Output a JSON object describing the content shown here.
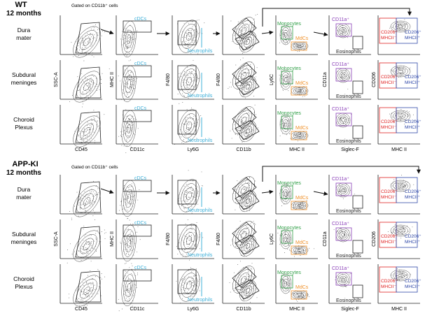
{
  "sections": [
    {
      "title_line1": "WT",
      "title_line2": "12 months",
      "gating_note": "Gated on CD11b⁺ cells",
      "rows": [
        {
          "line1": "Dura",
          "line2": "mater"
        },
        {
          "line1": "Subdural",
          "line2": "meninges"
        },
        {
          "line1": "Choroid",
          "line2": "Plexus"
        }
      ]
    },
    {
      "title_line1": "APP-KI",
      "title_line2": "12 months",
      "gating_note": "Gated on CD11b⁺ cells",
      "rows": [
        {
          "line1": "Dura",
          "line2": "mater"
        },
        {
          "line1": "Subdural",
          "line2": "meninges"
        },
        {
          "line1": "Choroid",
          "line2": "Plexus"
        }
      ]
    }
  ],
  "axes": {
    "x": [
      "CD45",
      "CD11c",
      "Ly6G",
      "CD11b",
      "MHC II",
      "Siglec-F",
      "MHC II"
    ],
    "y": [
      "SSC-A",
      "MHC II",
      "F4/80",
      "F4/80",
      "Ly6C",
      "CD11a",
      "CD206"
    ]
  },
  "gate_labels": {
    "cdcs": "cDCs",
    "neutrophils": "Neutrophils",
    "monocytes": "Monocytes",
    "mdcs": "MdCs",
    "cd11a": "CD11a⁺",
    "eosinophils": "Eosinophils",
    "cd206_hi_a": "CD206⁺",
    "mhcii_lo": "MHCII⁻",
    "cd206_hi_b": "CD206⁺",
    "mhcii_hi": "MHCII⁺"
  },
  "colors": {
    "cdcs": "#3fb0d9",
    "neutrophils": "#3fb0d9",
    "monocytes": "#2e9e45",
    "mdcs": "#f0922b",
    "cd11a": "#8a3fb8",
    "eosinophils": "#222222",
    "mhcii_lo_gate": "#e02424",
    "mhcii_hi_gate": "#2f48a8",
    "dots": "#555555",
    "contour": "#3a3a3a"
  }
}
